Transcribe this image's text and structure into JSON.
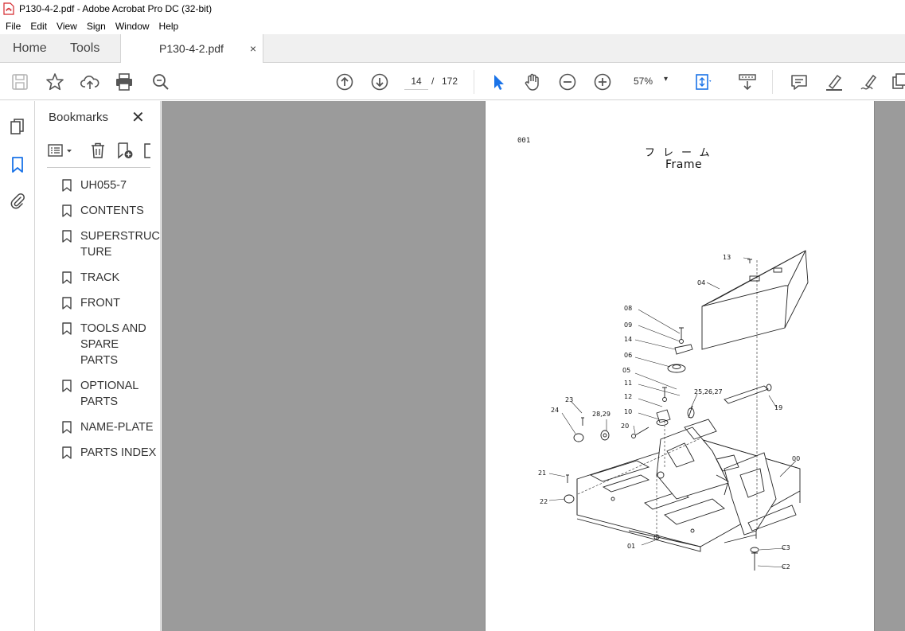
{
  "window": {
    "title": "P130-4-2.pdf - Adobe Acrobat Pro DC (32-bit)"
  },
  "menu": [
    "File",
    "Edit",
    "View",
    "Sign",
    "Window",
    "Help"
  ],
  "tabs": {
    "home": "Home",
    "tools": "Tools",
    "document": "P130-4-2.pdf",
    "close_glyph": "×"
  },
  "toolbar": {
    "current_page": "14",
    "page_separator": "/",
    "total_pages": "172",
    "zoom": "57%",
    "zoom_caret": "▾",
    "icons": [
      "save-icon",
      "star-icon",
      "upload-icon",
      "print-icon",
      "zoom-search-icon",
      "page-up-icon",
      "page-down-icon",
      "select-cursor-icon",
      "hand-icon",
      "zoom-out-icon",
      "zoom-in-icon",
      "fit-page-icon",
      "scroll-mode-icon",
      "comment-icon",
      "highlight-icon",
      "sign-icon",
      "more-icon"
    ]
  },
  "bookmarks": {
    "title": "Bookmarks",
    "close_glyph": "✕",
    "items": [
      {
        "label": "UH055-7"
      },
      {
        "label": "CONTENTS"
      },
      {
        "label": "SUPERSTRUC TURE"
      },
      {
        "label": "TRACK"
      },
      {
        "label": "FRONT"
      },
      {
        "label": "TOOLS AND SPARE PARTS"
      },
      {
        "label": "OPTIONAL PARTS"
      },
      {
        "label": "NAME-PLATE"
      },
      {
        "label": "PARTS INDEX"
      }
    ]
  },
  "document_page": {
    "code": "001",
    "title_jp": "フレーム",
    "title_en": "Frame",
    "callouts": [
      "13",
      "04",
      "08",
      "09",
      "14",
      "06",
      "05",
      "11",
      "12",
      "10",
      "25,26,27",
      "19",
      "23",
      "24",
      "28,29",
      "20",
      "00",
      "21",
      "22",
      "01",
      "C3",
      "C2"
    ]
  },
  "colors": {
    "accent_blue": "#1a73e8",
    "viewer_bg": "#9b9b9b",
    "acrobat_red": "#d4262b"
  }
}
